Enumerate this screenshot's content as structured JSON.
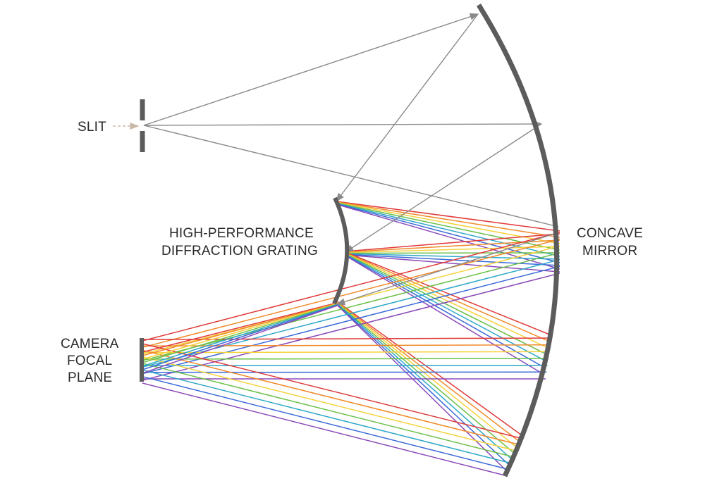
{
  "labels": {
    "slit": "SLIT",
    "grating_line1": "HIGH-PERFORMANCE",
    "grating_line2": "DIFFRACTION GRATING",
    "mirror_line1": "CONCAVE",
    "mirror_line2": "MIRROR",
    "camera_line1": "CAMERA",
    "camera_line2": "FOCAL",
    "camera_line3": "PLANE"
  },
  "colors": {
    "component": "#5c5c5c",
    "gray_ray": "#8a8a8a",
    "input_arrow": "#c8b8a8",
    "spectrum": [
      "#e03a3a",
      "#f08a2a",
      "#f5d23a",
      "#6cc04a",
      "#2fa8c8",
      "#3a6ad8",
      "#8a4ab8"
    ]
  }
}
